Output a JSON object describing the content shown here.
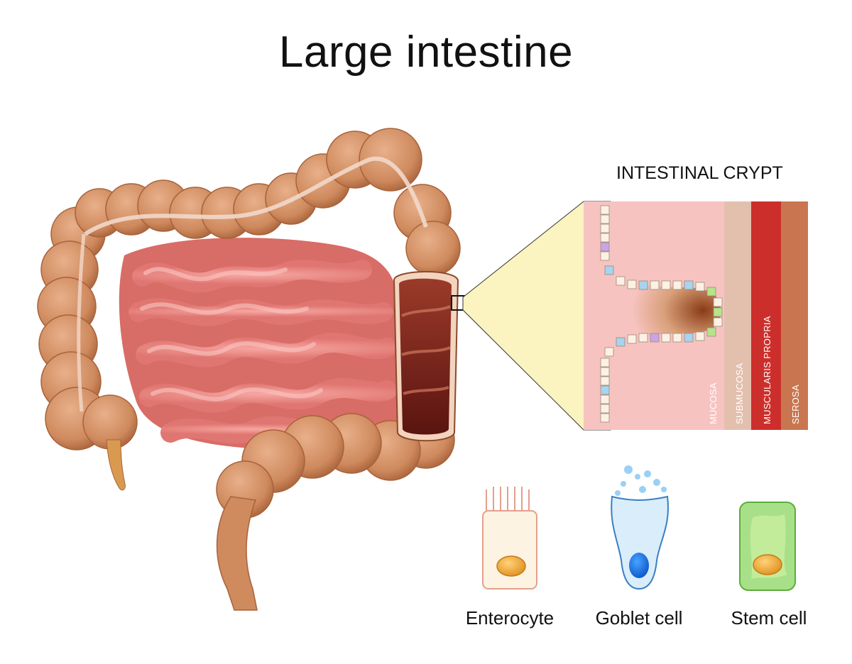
{
  "title": "Large intestine",
  "crypt": {
    "title": "INTESTINAL CRYPT",
    "layers": [
      "MUCOSA",
      "SUBMUCOSA",
      "MUSCULARIS PROPRIA",
      "SEROSA"
    ]
  },
  "cells": [
    {
      "label": "Enterocyte"
    },
    {
      "label": "Goblet cell"
    },
    {
      "label": "Stem cell"
    }
  ],
  "colors": {
    "colon": "#cf8a5e",
    "colon_dark": "#a8623a",
    "small_intestine": "#f08a86",
    "mucosa": "#f7c3c0",
    "submucosa": "#e3bfae",
    "muscularis": "#cc2f2b",
    "serosa": "#c97650",
    "zoom": "#fbf3c0"
  }
}
